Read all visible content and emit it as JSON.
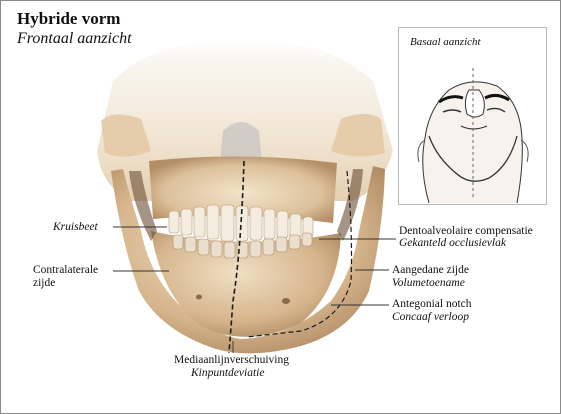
{
  "title": "Hybride vorm",
  "subtitle": "Frontaal aanzicht",
  "inset": {
    "title": "Basaal aanzicht"
  },
  "labels": {
    "kruisbeet": "Kruisbeet",
    "contralaterale_line1": "Contralaterale",
    "contralaterale_line2": "zijde",
    "dento_main": "Dentoalveolaire compensatie",
    "dento_sub": "Gekanteld occlusievlak",
    "aangedane_main": "Aangedane zijde",
    "aangedane_sub": "Volumetoename",
    "antegonial_main": "Antegonial notch",
    "antegonial_sub": "Concaaf verloop",
    "midline_main": "Mediaanlijnverschuiving",
    "midline_sub": "Kinpuntdeviatie"
  },
  "colors": {
    "bone": "#e8d3b4",
    "bone_shadow": "#b08a62",
    "line": "#333333"
  }
}
